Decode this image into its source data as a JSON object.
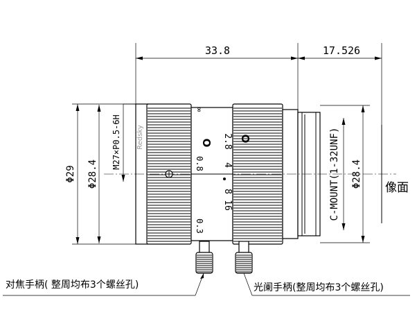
{
  "dimensions": {
    "length_body": "33.8",
    "length_flange": "17.526",
    "dia_outer_left": "Φ29",
    "dia_inner_left": "Φ28.4",
    "dia_inner_right": "Φ28.4",
    "thread_front": "M27×P0.5-6H",
    "thread_mount": "C-MOUNT(1-32UNF)"
  },
  "labels": {
    "image_plane": "像面",
    "focus_handle": "对焦手柄( 整周均布3个螺丝孔)",
    "iris_handle": "光阑手柄(整周均布3个螺丝孔)",
    "brand": "Redsky"
  },
  "scales": {
    "focus_marks": [
      "∞",
      "0.8",
      "0.3"
    ],
    "focus_ring_mark": "O",
    "iris_marks": [
      "O",
      "2.8",
      "4",
      "8",
      "16"
    ]
  }
}
